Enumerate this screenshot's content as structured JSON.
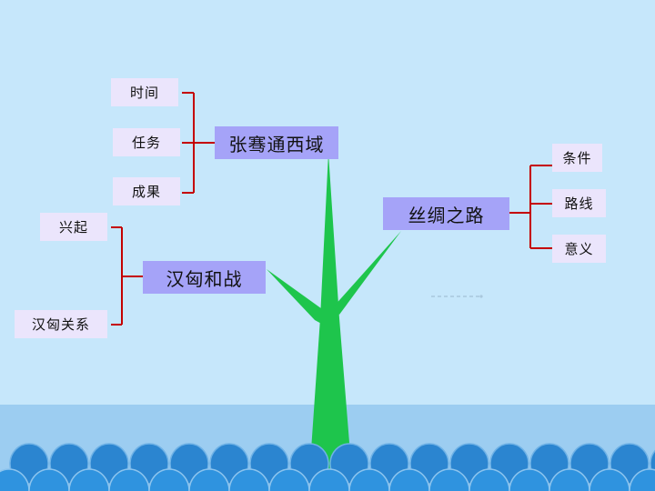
{
  "topics": [
    {
      "id": "zhang-qian",
      "label": "张骞通西域",
      "subtopics": [
        "时间",
        "任务",
        "成果"
      ]
    },
    {
      "id": "han-xiongnu",
      "label": "汉匈和战",
      "subtopics": [
        "兴起",
        "汉匈关系"
      ]
    },
    {
      "id": "silk-road",
      "label": "丝绸之路",
      "subtopics": [
        "条件",
        "路线",
        "意义"
      ]
    }
  ],
  "colors": {
    "sky": "#c6e7fb",
    "water": "#9ccdf1",
    "wave_back": "#2b85d0",
    "wave_front": "#2f93df",
    "tree": "#1ec54c",
    "connector": "#c40000",
    "main_box": "#a5a3f8",
    "sub_box": "#ebe5fc"
  }
}
